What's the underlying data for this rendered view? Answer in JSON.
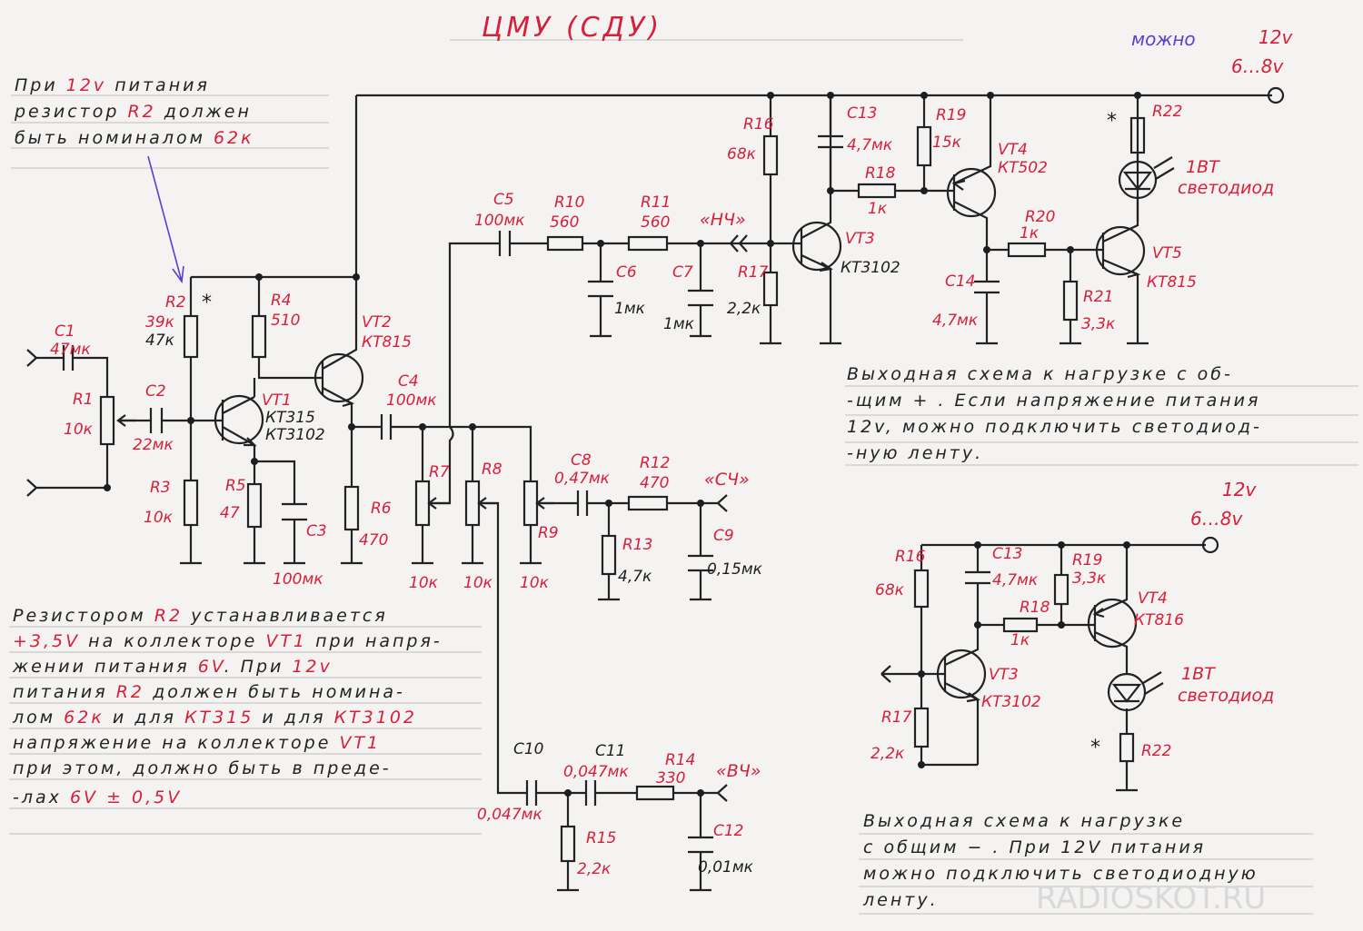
{
  "title": "ЦМУ (СДУ)",
  "supply_top": {
    "can_12v_label": "можно",
    "v12": "12v",
    "v68": "6…8v"
  },
  "note_top_left": [
    {
      "t": "При ",
      "r": "12v",
      "t2": " питания"
    },
    {
      "t": "резистор ",
      "r": "R2",
      "t2": " должен"
    },
    {
      "t": "быть номиналом ",
      "r": "62к",
      "t2": ""
    }
  ],
  "note_bottom_left": [
    {
      "t": "Резистором ",
      "r": "R2",
      "t2": " устанавливается"
    },
    {
      "r": "+3,5V",
      "t": " на коллекторе ",
      "r2": "VT1",
      "t2": " при напря-"
    },
    {
      "t": "жении питания ",
      "r": "6V",
      "t2": ". При ",
      "r2": "12v"
    },
    {
      "t": "питания ",
      "r": "R2",
      "t2": " должен быть номина-"
    },
    {
      "t": "лом ",
      "r": "62к",
      "t2": " и для ",
      "r2": "КТ315",
      "t3": " и для ",
      "r3": "КТ3102"
    },
    {
      "t": "напряжение на коллекторе ",
      "r": "VT1"
    },
    {
      "t": "при этом, должно быть в преде-"
    },
    {
      "t": "-лах ",
      "r": "6V ± 0,5V"
    }
  ],
  "note_right_top": [
    "Выходная схема к нагрузке с об-",
    "-щим + . Если напряжение питания",
    "12v, можно подключить светодиод-",
    "-ную ленту."
  ],
  "note_right_bottom": [
    "Выходная схема к нагрузке",
    "с общим − . При 12V питания",
    "можно подключить светодиодную",
    "ленту."
  ],
  "labels": {
    "c1": "C1",
    "c1v": "47мк",
    "r1": "R1",
    "r1v": "10к",
    "c2": "C2",
    "c2v": "22мк",
    "r2": "R2",
    "r2v1": "39к",
    "r2v2": "47к",
    "star": "*",
    "r3": "R3",
    "r3v": "10к",
    "r4": "R4",
    "r4v": "510",
    "r5": "R5",
    "r5v": "47",
    "c3": "C3",
    "c3v": "100мк",
    "vt1": "VT1",
    "vt1a": "КТ315",
    "vt1b": "КТ3102",
    "vt2": "VT2",
    "vt2v": "КТ815",
    "r6": "R6",
    "r6v": "470",
    "c4": "C4",
    "c4v": "100мк",
    "r7": "R7",
    "r7v": "10к",
    "r8": "R8",
    "r8v": "10к",
    "r9": "R9",
    "r9v": "10к",
    "c5": "C5",
    "c5v": "100мк",
    "r10": "R10",
    "r10v": "560",
    "r11": "R11",
    "r11v": "560",
    "c6": "C6",
    "c6v": "1мк",
    "c7": "C7",
    "c7v": "1мк",
    "nch": "«НЧ»",
    "c8": "C8",
    "c8v": "0,47мк",
    "r12": "R12",
    "r12v": "470",
    "sch": "«СЧ»",
    "r13": "R13",
    "r13v": "4,7к",
    "c9": "C9",
    "c9v": "0,15мк",
    "c10": "C10",
    "c10v": "0,047мк",
    "c11": "C11",
    "c11v": "0,047мк",
    "r14": "R14",
    "r14v": "330",
    "vch": "«ВЧ»",
    "r15": "R15",
    "r15v": "2,2к",
    "c12": "C12",
    "c12v": "0,01мк",
    "r16": "R16",
    "r16v": "68к",
    "r17": "R17",
    "r17v": "2,2к",
    "vt3": "VT3",
    "vt3v": "КТ3102",
    "c13": "C13",
    "c13v": "4,7мк",
    "r18": "R18",
    "r18v": "1к",
    "r19": "R19",
    "r19v": "15к",
    "vt4": "VT4",
    "vt4v": "КТ502",
    "r20": "R20",
    "r20v": "1к",
    "c14": "C14",
    "c14v": "4,7мк",
    "r21": "R21",
    "r21v": "3,3к",
    "r22": "R22",
    "vt5": "VT5",
    "vt5v": "КТ815",
    "led1": "1ВТ",
    "led2": "светодиод",
    "b_v12": "12v",
    "b_v68": "6…8v",
    "b_r16": "R16",
    "b_r16v": "68к",
    "b_c13": "C13",
    "b_c13v": "4,7мк",
    "b_r19": "R19",
    "b_r19v": "3,3к",
    "b_r18": "R18",
    "b_r18v": "1к",
    "b_vt4": "VT4",
    "b_vt4v": "КТ816",
    "b_vt3": "VT3",
    "b_vt3v": "КТ3102",
    "b_r17": "R17",
    "b_r17v": "2,2к",
    "b_led1": "1ВТ",
    "b_led2": "светодиод",
    "b_r22": "R22"
  },
  "watermark": "RADIOSKOT.RU",
  "colors": {
    "ink": "#222222",
    "red": "#d81f3a",
    "blue": "#5a3fd0",
    "paper": "#f4f3f1"
  }
}
